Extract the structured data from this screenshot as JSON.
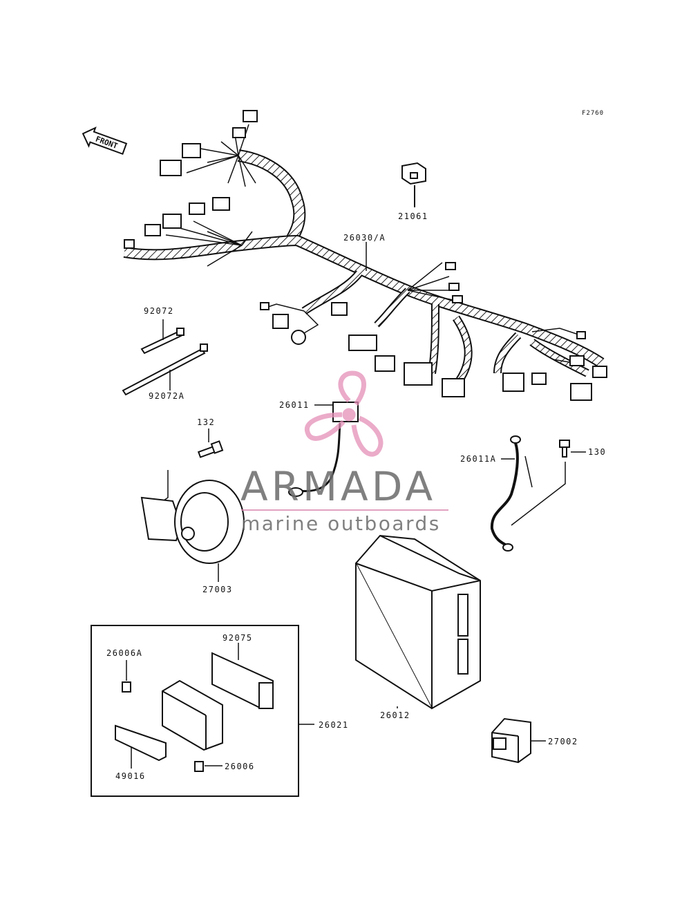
{
  "figure_code": "F2760",
  "front_label": "FRONT",
  "parts": {
    "p21061": "21061",
    "p26030A": "26030/A",
    "p92072": "92072",
    "p92072A": "92072A",
    "p26011": "26011",
    "p132": "132",
    "p26011A": "26011A",
    "p130": "130",
    "p27003": "27003",
    "p92075": "92075",
    "p26006A": "26006A",
    "p26021": "26021",
    "p26012": "26012",
    "p49016": "49016",
    "p26006": "26006",
    "p27002": "27002"
  },
  "watermark": {
    "brand": "ARMADA",
    "tagline": "marine outboards",
    "logo_color": "#e58fb8",
    "text_color": "#6b6b6b"
  }
}
